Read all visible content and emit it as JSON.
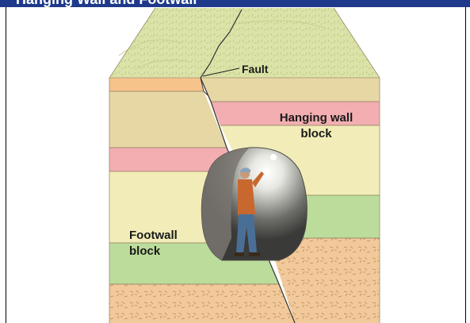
{
  "slide": {
    "title": "Hanging Wall and Footwall"
  },
  "diagram": {
    "labels": {
      "fault": "Fault",
      "hanging_wall_line1": "Hanging wall",
      "hanging_wall_line2": "block",
      "footwall_line1": "Footwall",
      "footwall_line2": "block"
    }
  },
  "colors": {
    "title_bar": "#1f3a8a",
    "ground_surface": "#d9e2a6",
    "layer_orange": "#f6c38a",
    "layer_tan": "#e7d7a4",
    "layer_pink": "#f2aeb1",
    "layer_cream": "#f2edb8",
    "layer_green": "#bcdc9c",
    "layer_speckled": "#f1c99a"
  }
}
